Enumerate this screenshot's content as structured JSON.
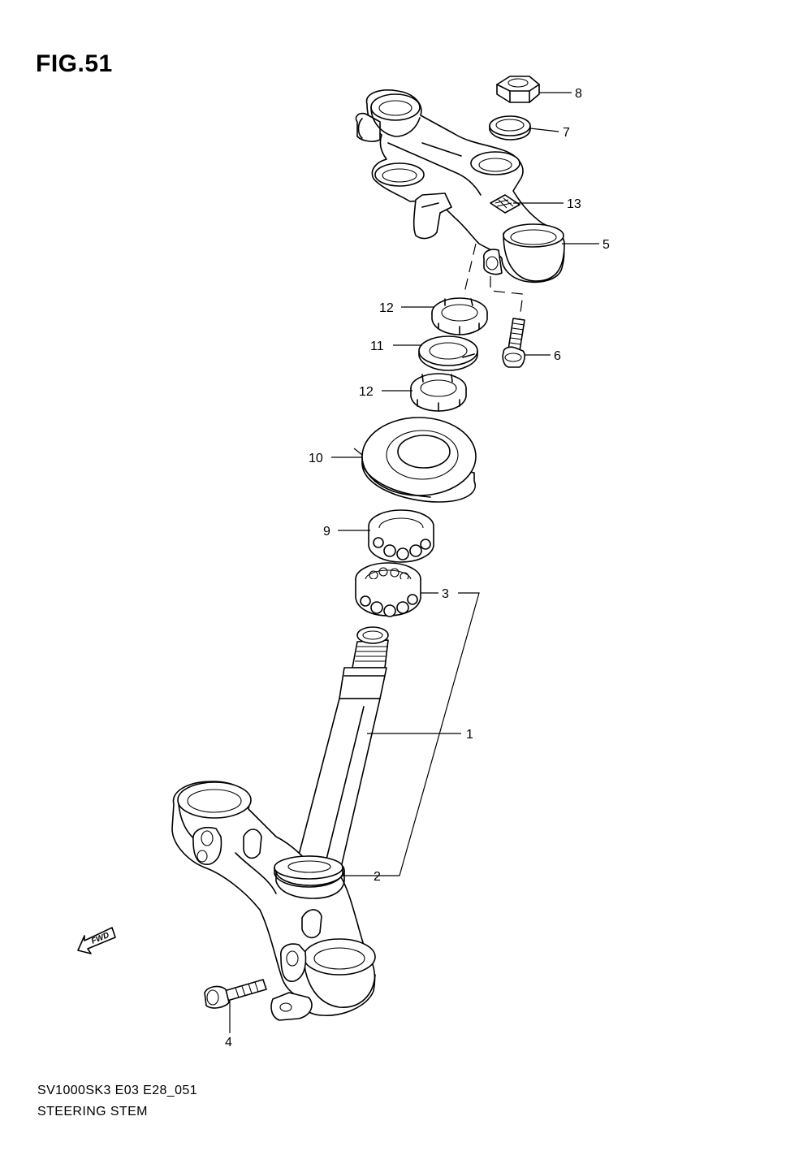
{
  "figure": {
    "title": "FIG.51",
    "model_code": "SV1000SK3 E03 E28_051",
    "section_name": "STEERING STEM",
    "direction_marker": "FWD"
  },
  "callouts": [
    {
      "id": "1",
      "label": "1"
    },
    {
      "id": "2",
      "label": "2"
    },
    {
      "id": "3",
      "label": "3"
    },
    {
      "id": "4",
      "label": "4"
    },
    {
      "id": "5",
      "label": "5"
    },
    {
      "id": "6",
      "label": "6"
    },
    {
      "id": "7",
      "label": "7"
    },
    {
      "id": "8",
      "label": "8"
    },
    {
      "id": "9",
      "label": "9"
    },
    {
      "id": "10",
      "label": "10"
    },
    {
      "id": "11",
      "label": "11"
    },
    {
      "id": "12a",
      "label": "12"
    },
    {
      "id": "12b",
      "label": "12"
    },
    {
      "id": "13",
      "label": "13"
    }
  ]
}
